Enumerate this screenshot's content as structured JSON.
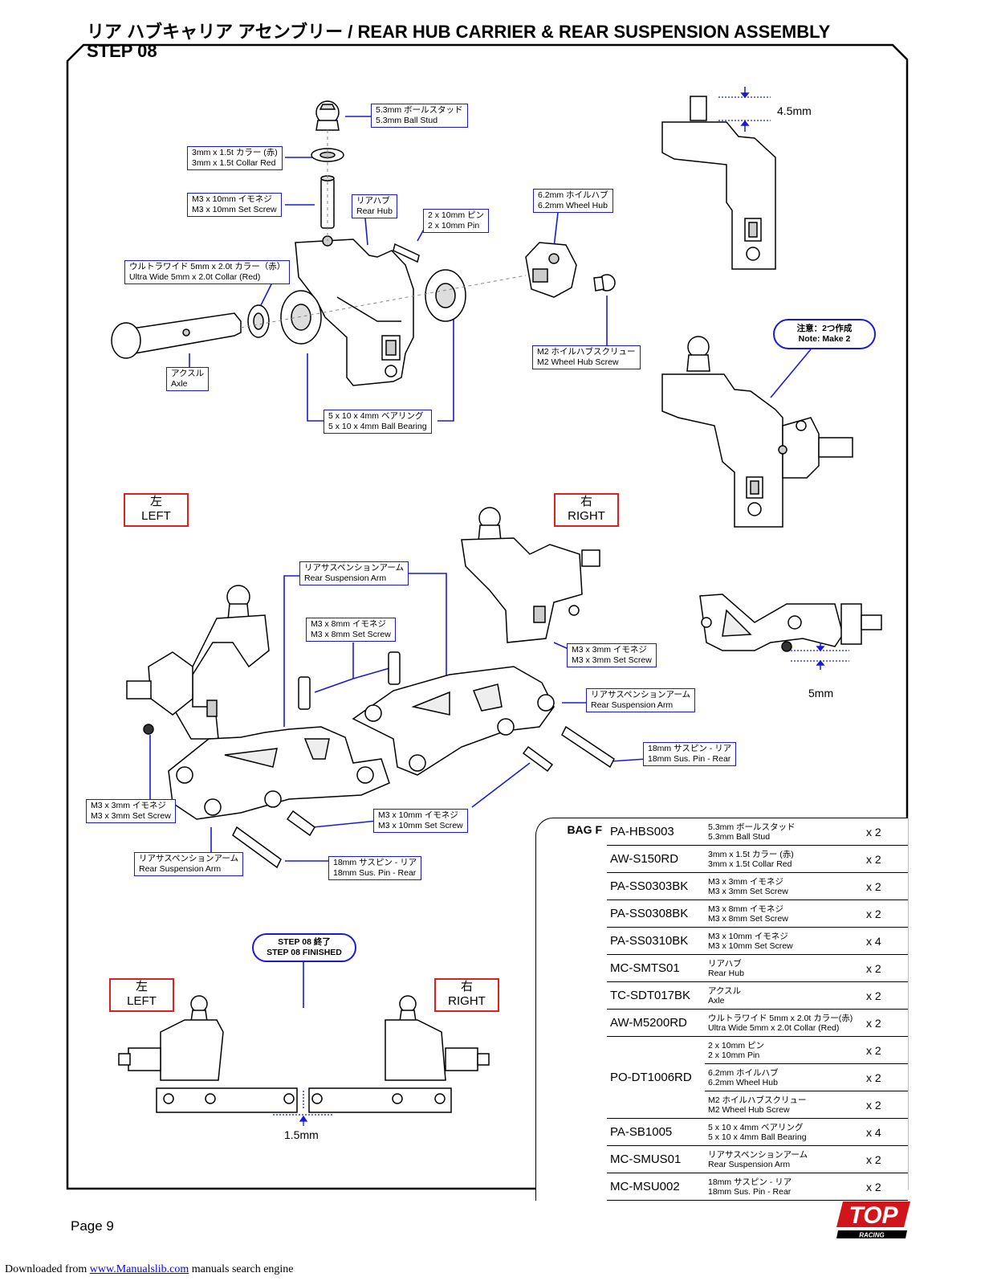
{
  "header": {
    "title": "リア ハブキャリア アセンブリー / REAR HUB CARRIER & REAR SUSPENSION ASSEMBLY",
    "step": "STEP 08"
  },
  "callouts": {
    "ball_stud": [
      "5.3mm ボールスタッド",
      "5.3mm Ball Stud"
    ],
    "collar_red": [
      "3mm x 1.5t カラー (赤)",
      "3mm x 1.5t Collar Red"
    ],
    "set_screw_10": [
      "M3 x 10mm イモネジ",
      "M3 x 10mm Set Screw"
    ],
    "rear_hub": [
      "リアハブ",
      "Rear Hub"
    ],
    "pin": [
      "2 x 10mm ピン",
      "2 x 10mm Pin"
    ],
    "wheel_hub": [
      "6.2mm ホイルハブ",
      "6.2mm Wheel Hub"
    ],
    "ultra_collar": [
      "ウルトラワイド 5mm x 2.0t カラー（赤）",
      "Ultra Wide 5mm x 2.0t Collar (Red)"
    ],
    "wheel_hub_screw": [
      "M2 ホイルハブスクリュー",
      "M2 Wheel Hub Screw"
    ],
    "axle": [
      "アクスル",
      "Axle"
    ],
    "ball_bearing": [
      "5 x 10 x 4mm  ベアリング",
      "5 x 10 x 4mm Ball Bearing"
    ],
    "arm_top": [
      "リアサスペンションアーム",
      "Rear Suspension Arm"
    ],
    "set_screw_8": [
      "M3 x 8mm イモネジ",
      "M3 x 8mm Set Screw"
    ],
    "set_screw_3_right": [
      "M3 x 3mm イモネジ",
      "M3 x 3mm Set Screw"
    ],
    "arm_right": [
      "リアサスペンションアーム",
      "Rear Suspension Arm"
    ],
    "sus_pin_right": [
      "18mm サスピン - リア",
      "18mm Sus. Pin - Rear"
    ],
    "set_screw_3_left": [
      "M3 x 3mm イモネジ",
      "M3 x 3mm Set Screw"
    ],
    "set_screw_10_b": [
      "M3 x 10mm イモネジ",
      "M3 x 10mm Set Screw"
    ],
    "arm_left": [
      "リアサスペンションアーム",
      "Rear Suspension Arm"
    ],
    "sus_pin_left": [
      "18mm サスピン - リア",
      "18mm Sus. Pin - Rear"
    ]
  },
  "notes": {
    "make2": [
      "注意：2つ作成",
      "Note: Make 2"
    ],
    "finished": [
      "STEP 08 終了",
      "STEP 08 FINISHED"
    ]
  },
  "sides": {
    "left_jp": "左",
    "left_en": "LEFT",
    "right_jp": "右",
    "right_en": "RIGHT"
  },
  "measurements": {
    "m45": "4.5mm",
    "m5": "5mm",
    "m15": "1.5mm"
  },
  "bag": {
    "label": "BAG F",
    "rows": [
      {
        "code": "PA-HBS003",
        "jp": "5.3mm ボールスタッド",
        "en": "5.3mm Ball Stud",
        "qty": "x 2"
      },
      {
        "code": "AW-S150RD",
        "jp": "3mm x 1.5t カラー (赤)",
        "en": "3mm x 1.5t Collar Red",
        "qty": "x 2"
      },
      {
        "code": "PA-SS0303BK",
        "jp": "M3 x 3mm イモネジ",
        "en": "M3 x 3mm Set Screw",
        "qty": "x 2"
      },
      {
        "code": "PA-SS0308BK",
        "jp": "M3 x 8mm イモネジ",
        "en": "M3 x 8mm Set Screw",
        "qty": "x 2"
      },
      {
        "code": "PA-SS0310BK",
        "jp": "M3 x 10mm イモネジ",
        "en": "M3 x 10mm Set Screw",
        "qty": "x 4"
      },
      {
        "code": "MC-SMTS01",
        "jp": "リアハブ",
        "en": "Rear Hub",
        "qty": "x 2"
      },
      {
        "code": "TC-SDT017BK",
        "jp": "アクスル",
        "en": "Axle",
        "qty": "x 2"
      },
      {
        "code": "AW-M5200RD",
        "jp": "ウルトラワイド 5mm x 2.0t カラー(赤)",
        "en": "Ultra Wide 5mm x 2.0t Collar (Red)",
        "qty": "x 2"
      },
      {
        "code": "PO-DT1006RD",
        "jp": "2 x 10mm ピン",
        "en": "2 x 10mm Pin",
        "qty": "x 2"
      },
      {
        "code": "",
        "jp": "6.2mm ホイルハブ",
        "en": "6.2mm Wheel Hub",
        "qty": "x 2"
      },
      {
        "code": "",
        "jp": "M2 ホイルハブスクリュー",
        "en": "M2 Wheel Hub Screw",
        "qty": "x 2"
      },
      {
        "code": "PA-SB1005",
        "jp": "5 x 10 x 4mm  ベアリング",
        "en": "5 x 10 x 4mm Ball Bearing",
        "qty": "x 4"
      },
      {
        "code": "MC-SMUS01",
        "jp": "リアサスペンションアーム",
        "en": "Rear Suspension Arm",
        "qty": "x 2"
      },
      {
        "code": "MC-MSU002",
        "jp": "18mm サスピン - リア",
        "en": "18mm Sus. Pin - Rear",
        "qty": "x 2"
      }
    ]
  },
  "footer": {
    "page": "Page 9",
    "downloaded": "Downloaded from",
    "link": "www.Manualslib.com",
    "tail": " manuals search engine",
    "logo_top": "TOP",
    "logo_sub": "RACING"
  }
}
